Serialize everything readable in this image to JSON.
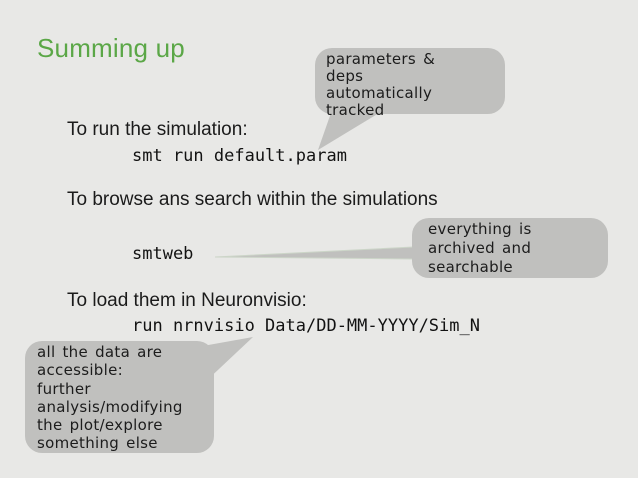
{
  "slide": {
    "title": "Summing up",
    "title_color": "#5ba747",
    "background_color": "#e8e8e6",
    "callout_fill": "#c0c0be",
    "callout_edge": "#ccd5c8",
    "sections": [
      {
        "heading": "To run the simulation:",
        "command": "smt run default.param"
      },
      {
        "heading": "To browse ans search within the simulations",
        "command": "smtweb"
      },
      {
        "heading": "To load them in Neuronvisio:",
        "command": "run nrnvisio Data/DD-MM-YYYY/Sim_N"
      }
    ],
    "callouts": [
      {
        "text": "parameters &\ndeps\nautomatically\ntracked"
      },
      {
        "text": "everything is\narchived and\nsearchable"
      },
      {
        "text": "all the data are\naccessible:\nfurther\nanalysis/modifying\nthe plot/explore\nsomething else"
      }
    ]
  }
}
